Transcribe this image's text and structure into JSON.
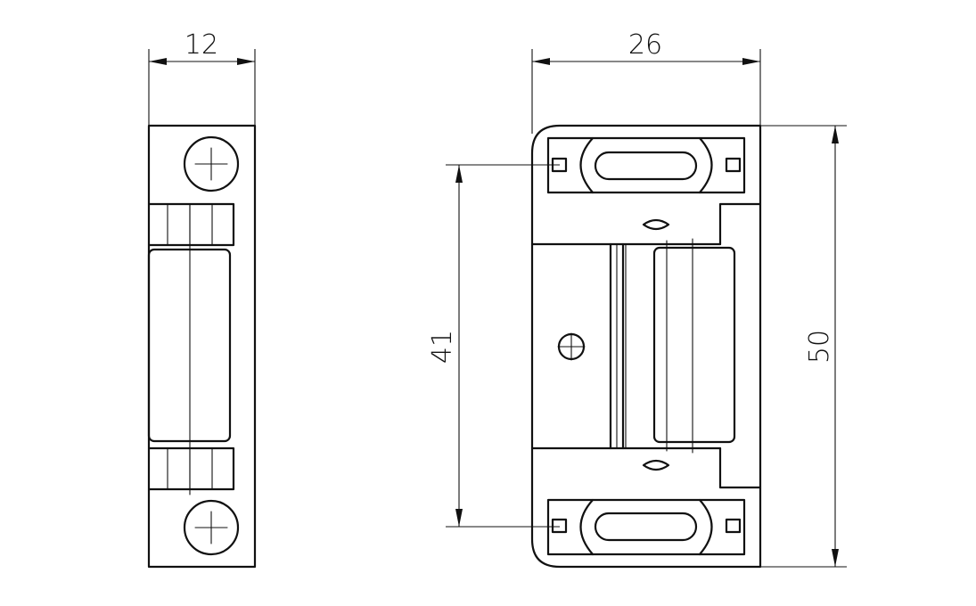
{
  "dimensions": {
    "side_width": "12",
    "front_width": "26",
    "hole_spacing": "41",
    "overall_height": "50"
  }
}
